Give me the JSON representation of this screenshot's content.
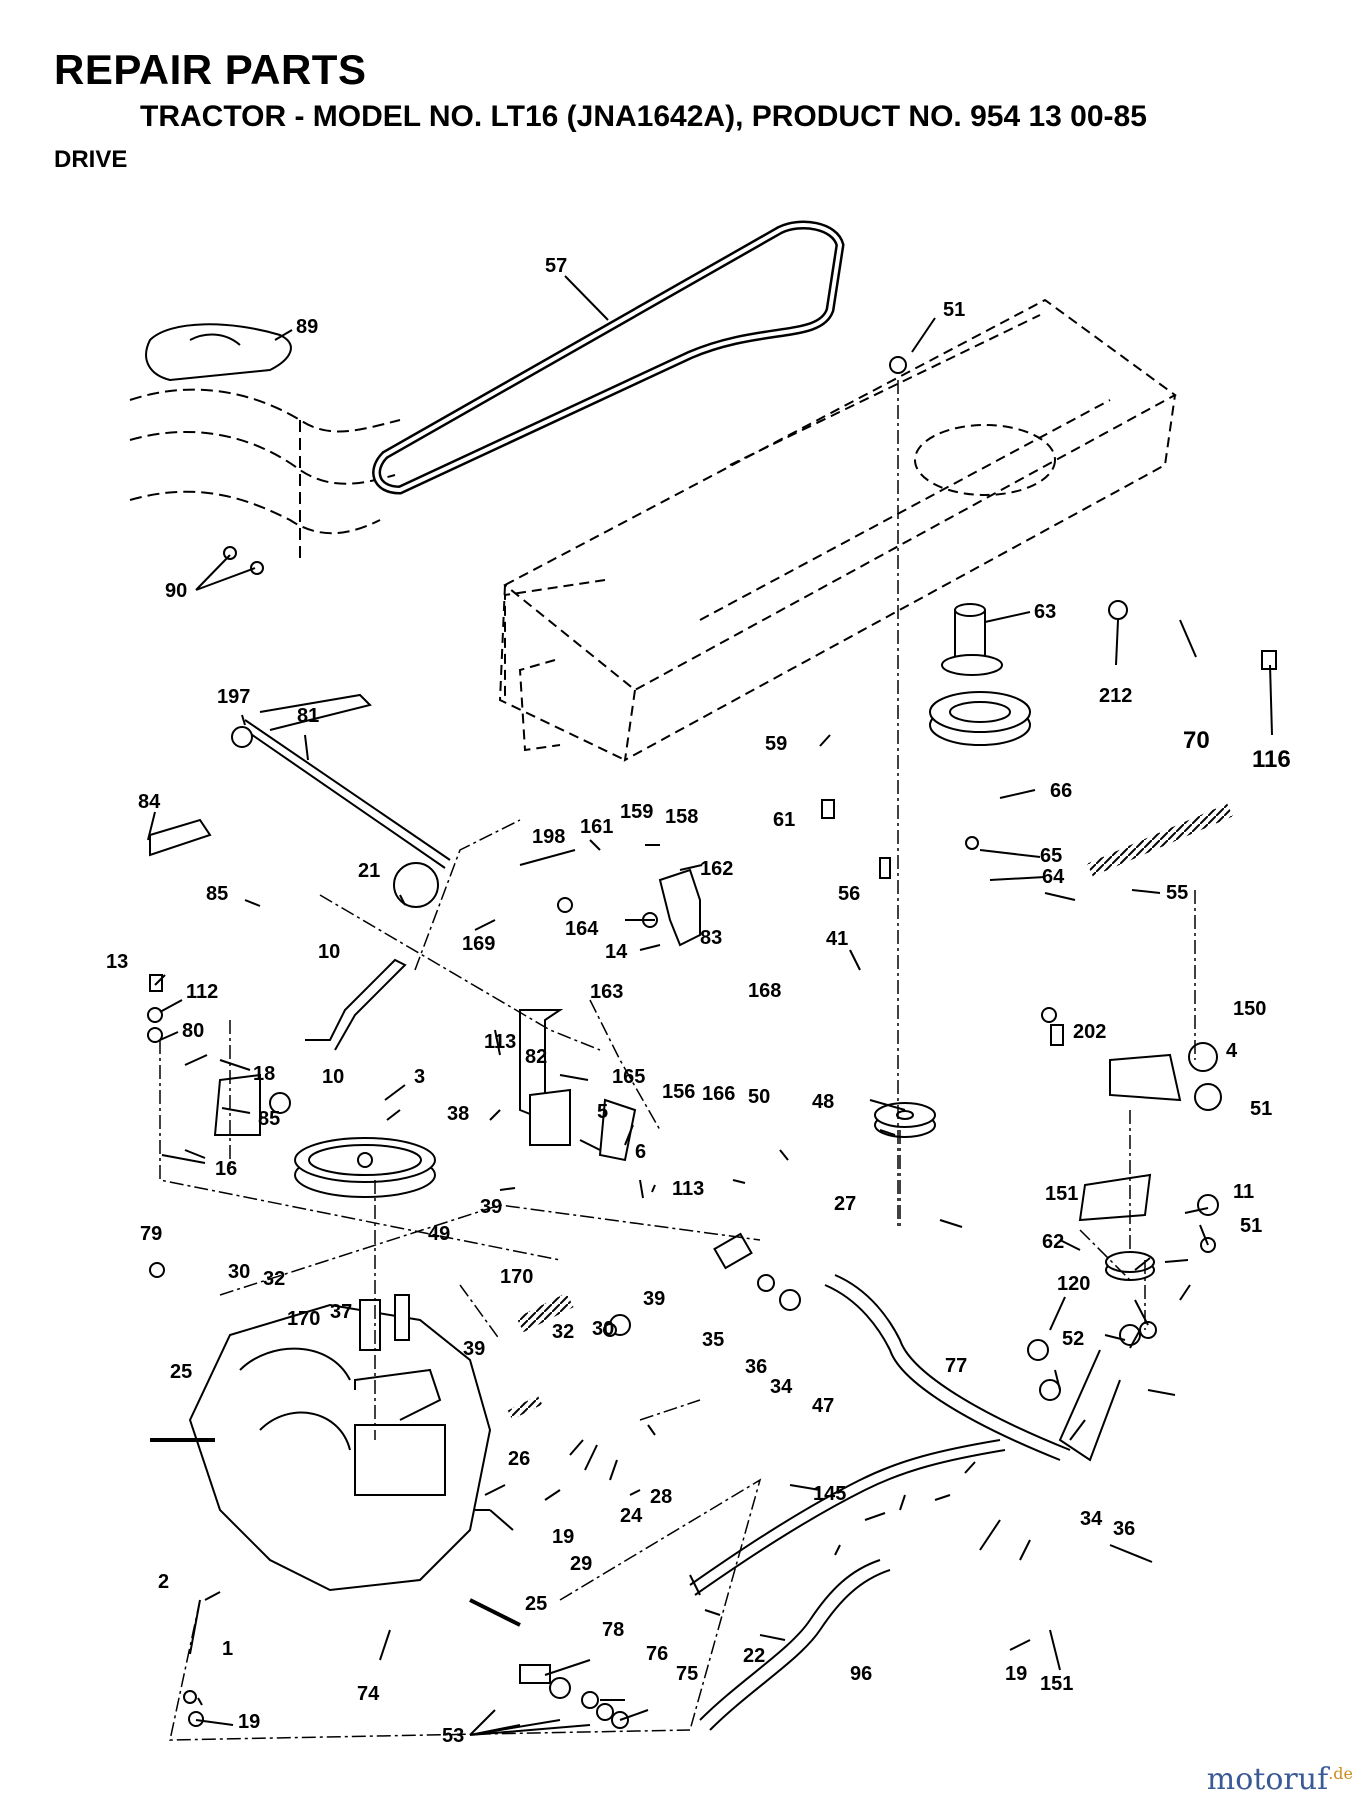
{
  "header": {
    "title": "REPAIR PARTS",
    "subtitle": "TRACTOR - MODEL NO. LT16 (JNA1642A), PRODUCT NO. 954 13 00-85",
    "section": "DRIVE"
  },
  "watermark": {
    "name": "motoruf",
    "suffix": ".de"
  },
  "part_numbers": [
    "57",
    "51",
    "89",
    "90",
    "63",
    "212",
    "70",
    "116",
    "197",
    "81",
    "59",
    "61",
    "66",
    "84",
    "198",
    "161",
    "159",
    "158",
    "162",
    "65",
    "56",
    "64",
    "55",
    "85",
    "21",
    "169",
    "164",
    "14",
    "83",
    "163",
    "10",
    "13",
    "168",
    "41",
    "112",
    "80",
    "18",
    "113",
    "82",
    "165",
    "156",
    "166",
    "50",
    "202",
    "150",
    "4",
    "3",
    "38",
    "48",
    "51",
    "5",
    "6",
    "39",
    "27",
    "151",
    "11",
    "16",
    "79",
    "49",
    "62",
    "35",
    "36",
    "34",
    "47",
    "120",
    "52",
    "30",
    "32",
    "170",
    "37",
    "77",
    "25",
    "26",
    "19",
    "24",
    "28",
    "145",
    "2",
    "29",
    "22",
    "96",
    "1",
    "74",
    "78",
    "76",
    "75",
    "53"
  ]
}
